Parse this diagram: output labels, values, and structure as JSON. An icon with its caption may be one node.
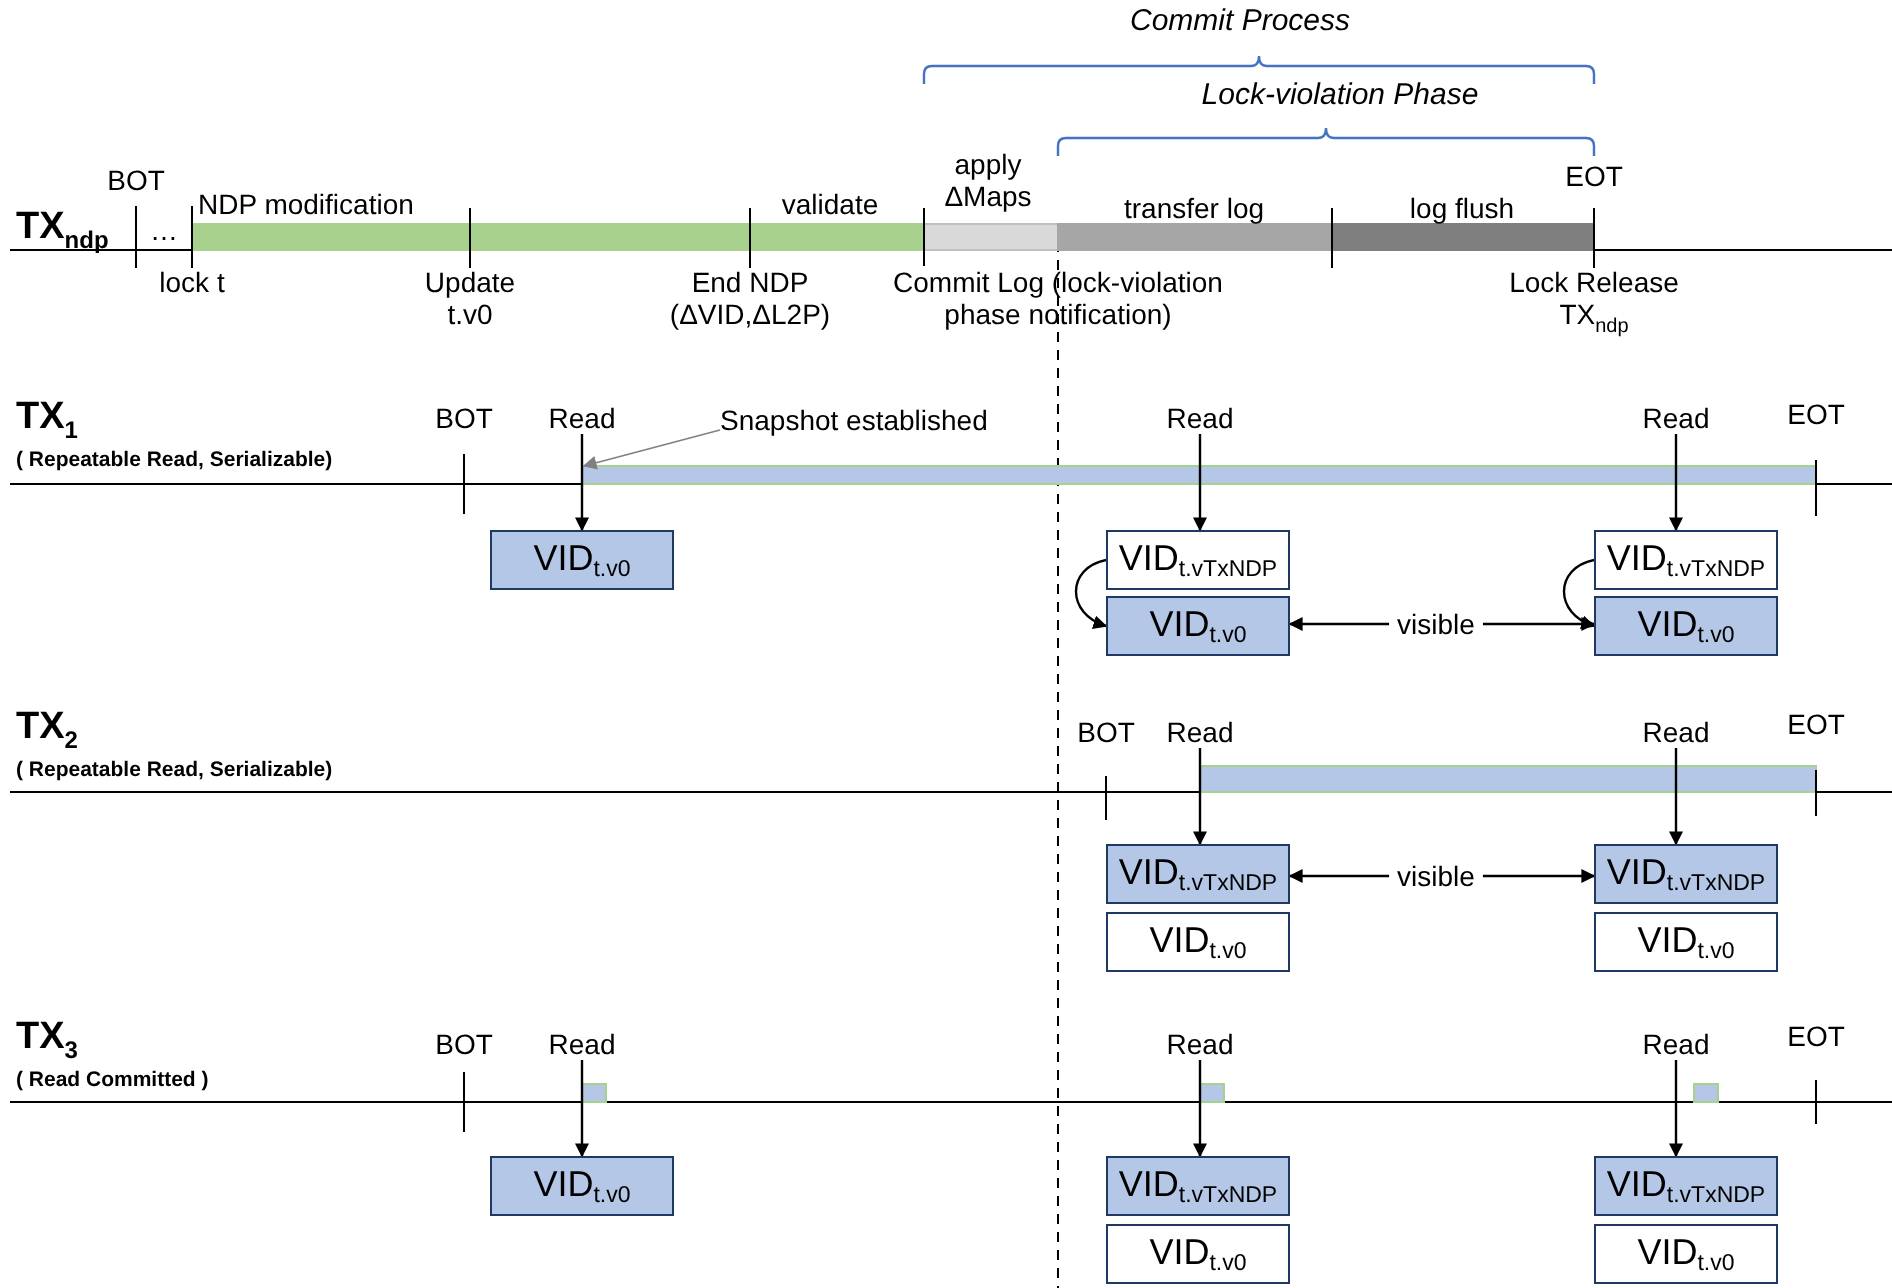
{
  "diagram": {
    "nodes": [
      {
        "text": [
          "Read"
        ]
      },
      {
        "text": [
          "VID$_{t.v0}$"
        ]
      },
      {
        "text": [
          "Read"
        ]
      },
      {
        "text": [
          "VID$_{t.vTxNDP}$"
        ]
      },
      {
        "text": [
          "VID$_{t.v0}$"
        ]
      },
      {
        "text": [
          "visible"
        ]
      },
      {
        "text": [
          "Read"
        ]
      },
      {
        "text": [
          "VID$_{t.vTxNDP}$"
        ]
      },
      {
        "text": [
          "VID$_{t.v0}$"
        ]
      },
      {
        "text": [
          "Snapshot established"
        ]
      },
      {
        "text": [
          "Read"
        ]
      },
      {
        "text": [
          "VID$_{t.vTxNDP}$"
        ]
      },
      {
        "text": [
          "VID$_{t.v0}$"
        ]
      },
      {
        "text": [
          "visible"
        ]
      },
      {
        "text": [
          "Read"
        ]
      },
      {
        "text": [
          "VID$_{t.vTxNDP}$"
        ]
      },
      {
        "text": [
          "VID$_{t.v0}$"
        ]
      },
      {
        "text": [
          "Read"
        ]
      },
      {
        "text": [
          "VID$_{t.v0}$"
        ]
      },
      {
        "text": [
          "Read"
        ]
      },
      {
        "text": [
          "VID$_{t.vTxNDP}$"
        ]
      },
      {
        "text": [
          "VID$_{t.v0}$"
        ]
      },
      {
        "text": [
          "Read"
        ]
      },
      {
        "text": [
          "VID$_{t.vTxNDP}$"
        ]
      },
      {
        "text": [
          "VID$_{t.v0}$"
        ]
      },
      {
        "text": [],
        "shape": "bar"
      },
      {
        "text": [],
        "shape": "bar"
      },
      {
        "text": [],
        "shape": "bar"
      },
      {
        "text": [],
        "shape": "bar"
      },
      {
        "text": [],
        "shape": "bar"
      },
      {
        "text": [],
        "shape": "bar"
      },
      {
        "text": [],
        "shape": "bar"
      },
      {
        "text": [],
        "shape": "bar"
      },
      {
        "text": [],
        "shape": "bar"
      }
    ],
    "edges": [
      {
        "from": 0,
        "to": 1,
        "arrow": "to"
      },
      {
        "from": 2,
        "to": 3,
        "arrow": "to"
      },
      {
        "from": 3,
        "to": 4,
        "arrow": "to"
      },
      {
        "from": 5,
        "to": 4,
        "arrow": "to"
      },
      {
        "from": 5,
        "to": 8,
        "arrow": "to"
      },
      {
        "from": 6,
        "to": 7,
        "arrow": "to"
      },
      {
        "from": 7,
        "to": 8,
        "arrow": "to"
      },
      {
        "from": 9,
        "to": 29,
        "arrow": "to",
        "color": "#808080"
      },
      {
        "from": 10,
        "to": 11,
        "arrow": "to"
      },
      {
        "from": 13,
        "to": 11,
        "arrow": "to"
      },
      {
        "from": 13,
        "to": 15,
        "arrow": "to"
      },
      {
        "from": 14,
        "to": 15,
        "arrow": "to"
      },
      {
        "from": 17,
        "to": 18,
        "arrow": "to"
      },
      {
        "from": 19,
        "to": 20,
        "arrow": "to"
      },
      {
        "from": 22,
        "to": 23,
        "arrow": "to"
      }
    ],
    "labels": [
      "Commit Process",
      "Lock-violation Phase",
      "TX$_{ndp}$",
      "BOT",
      "…",
      "NDP modification",
      "validate",
      "apply ΔMaps",
      "transfer log",
      "log flush",
      "EOT",
      "lock t",
      "Update t.v0",
      "End NDP (ΔVID,ΔL2P)",
      "Commit Log (lock-violation phase notification)",
      "Lock Release TX$_{ndp}$",
      "TX$_{1}$",
      "( Repeatable Read, Serializable)",
      "BOT",
      "EOT",
      "TX$_{2}$",
      "( Repeatable Read, Serializable)",
      "BOT",
      "EOT",
      "TX$_{3}$",
      "( Read Committed )",
      "BOT",
      "EOT"
    ]
  }
}
